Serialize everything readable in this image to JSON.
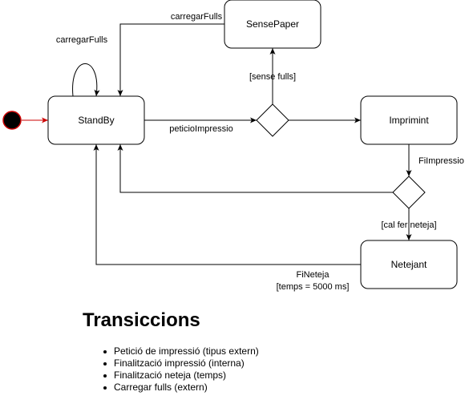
{
  "diagram": {
    "nodes": {
      "standby": "StandBy",
      "sensepaper": "SensePaper",
      "imprimint": "Imprimint",
      "netejant": "Netejant"
    },
    "edges": {
      "self_loop": "carregarFulls",
      "sense_to_standby": "carregarFulls",
      "peticio": "peticioImpressio",
      "sense_fulls": "[sense fulls]",
      "fi_impressio": "FiImpressio",
      "cal_fer_neteja": "[cal fer neteja]",
      "fi_neteja": "FiNeteja",
      "temps": "[temps = 5000 ms]"
    },
    "colors": {
      "initial_fill": "#000000",
      "initial_stroke": "#cc0000",
      "initial_arrow": "#cc0000"
    }
  },
  "transitions": {
    "heading": "Transiccions",
    "items": [
      "Petició de impressió (tipus extern)",
      "Finalització impressió (interna)",
      "Finalització neteja (temps)",
      "Carregar fulls (extern)"
    ]
  }
}
